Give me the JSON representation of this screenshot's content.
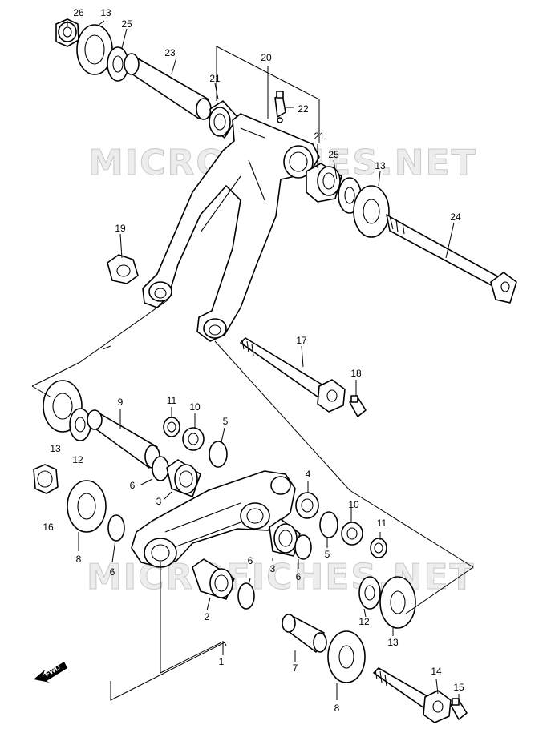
{
  "watermark": "MICROFICHES.NET",
  "fwd_label": "FWD",
  "callouts": {
    "c26": "26",
    "c13a": "13",
    "c25a": "25",
    "c23": "23",
    "c21a": "21",
    "c20": "20",
    "c22": "22",
    "c21b": "21",
    "c25b": "25",
    "c13b": "13",
    "c24": "24",
    "c19": "19",
    "c17": "17",
    "c18": "18",
    "c9": "9",
    "c11a": "11",
    "c10a": "10",
    "c5a": "5",
    "c13c": "13",
    "c12a": "12",
    "c6a": "6",
    "c3a": "3",
    "c4": "4",
    "c16": "16",
    "c8a": "8",
    "c6b": "6",
    "c6c": "6",
    "c3b": "3",
    "c6d": "6",
    "c10b": "10",
    "c11b": "11",
    "c5b": "5",
    "c2": "2",
    "c12b": "12",
    "c13d": "13",
    "c1": "1",
    "c7": "7",
    "c8b": "8",
    "c14": "14",
    "c15": "15"
  },
  "colors": {
    "line": "#000000",
    "background": "#ffffff",
    "watermark": "#c9c9c9"
  }
}
